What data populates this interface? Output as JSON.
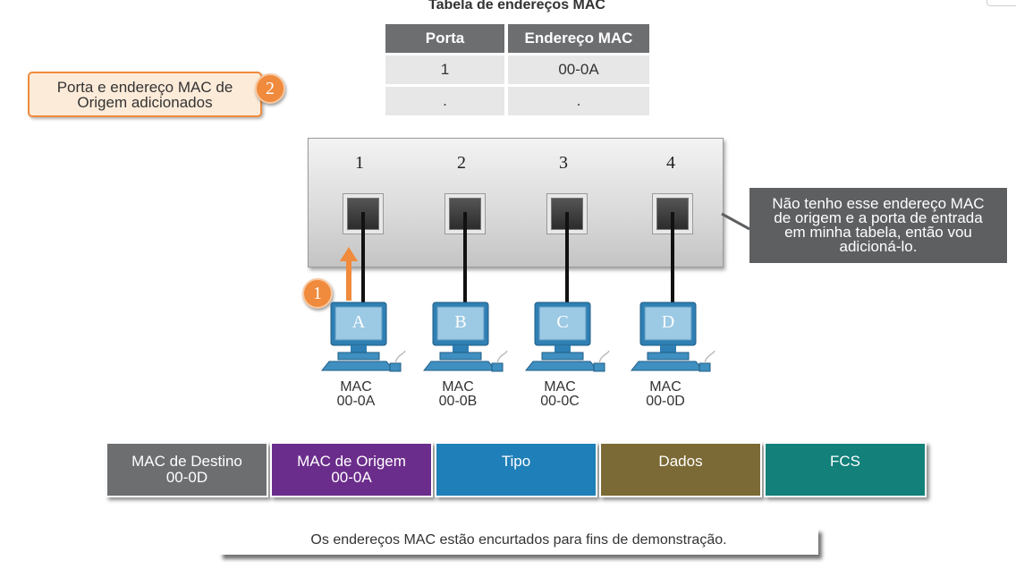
{
  "table": {
    "title": "Tabela de endereços MAC",
    "headers": [
      "Porta",
      "Endereço MAC"
    ],
    "rows": [
      [
        "1",
        "00-0A"
      ],
      [
        ".",
        "."
      ]
    ]
  },
  "callout_source": {
    "text_line1": "Porta e endereço MAC de",
    "text_line2": "Origem adicionados",
    "badge": "2"
  },
  "step1_badge": "1",
  "callout_switch": {
    "lines": [
      "Não tenho esse endereço MAC",
      "de origem e a porta de entrada",
      "em minha tabela, então vou",
      "adicioná-lo."
    ]
  },
  "switch": {
    "ports": [
      "1",
      "2",
      "3",
      "4"
    ]
  },
  "pcs": [
    {
      "name": "A",
      "mac_label": "MAC",
      "mac": "00-0A"
    },
    {
      "name": "B",
      "mac_label": "MAC",
      "mac": "00-0B"
    },
    {
      "name": "C",
      "mac_label": "MAC",
      "mac": "00-0C"
    },
    {
      "name": "D",
      "mac_label": "MAC",
      "mac": "00-0D"
    }
  ],
  "frame": [
    {
      "line1": "MAC de Destino",
      "line2": "00-0D",
      "color": "#6d6e70"
    },
    {
      "line1": "MAC de Origem",
      "line2": "00-0A",
      "color": "#6b2d8b"
    },
    {
      "line1": "Tipo",
      "line2": "",
      "color": "#1f7fb8"
    },
    {
      "line1": "Dados",
      "line2": "",
      "color": "#7b6a35"
    },
    {
      "line1": "FCS",
      "line2": "",
      "color": "#13807a"
    }
  ],
  "footnote": "Os endereços MAC estão encurtados para fins de demonstração.",
  "colors": {
    "accent": "#f08a3c",
    "callout_gray": "#5e5f61"
  }
}
